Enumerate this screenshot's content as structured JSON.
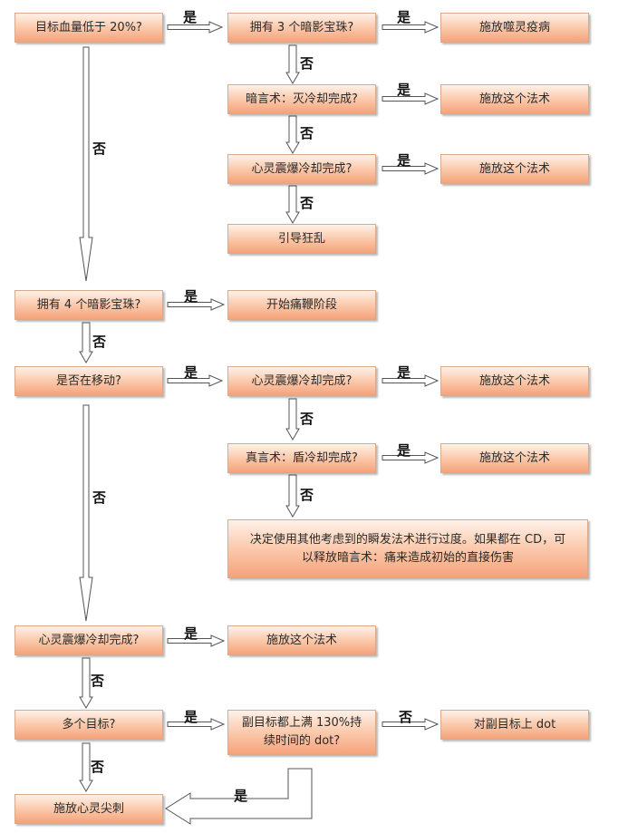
{
  "nodes": {
    "q_hp": "目标血量低于 20%?",
    "q_orb3": "拥有 3 个暗影宝珠?",
    "act_plague": "施放噬灵疫病",
    "q_swd": "暗言术：灭冷却完成?",
    "act_cast_1": "施放这个法术",
    "q_mb_1": "心灵震爆冷却完成?",
    "act_cast_2": "施放这个法术",
    "act_insanity": "引导狂乱",
    "q_orb4": "拥有 4 个暗影宝珠?",
    "act_flay": "开始痛鞭阶段",
    "q_moving": "是否在移动?",
    "q_mb_2": "心灵震爆冷却完成?",
    "act_cast_3": "施放这个法术",
    "q_shield": "真言术：盾冷却完成?",
    "act_cast_4": "施放这个法术",
    "act_instant": "决定使用其他考虑到的瞬发法术进行过度。如果都在 CD，可以释放暗言术：痛来造成初始的直接伤害",
    "q_mb_3": "心灵震爆冷却完成?",
    "act_cast_5": "施放这个法术",
    "q_multi": "多个目标?",
    "q_dot": "副目标都上满 130%持续时间的 dot?",
    "act_dot": "对副目标上 dot",
    "act_spike": "施放心灵尖刺"
  },
  "labels": {
    "yes": "是",
    "no": "否"
  }
}
